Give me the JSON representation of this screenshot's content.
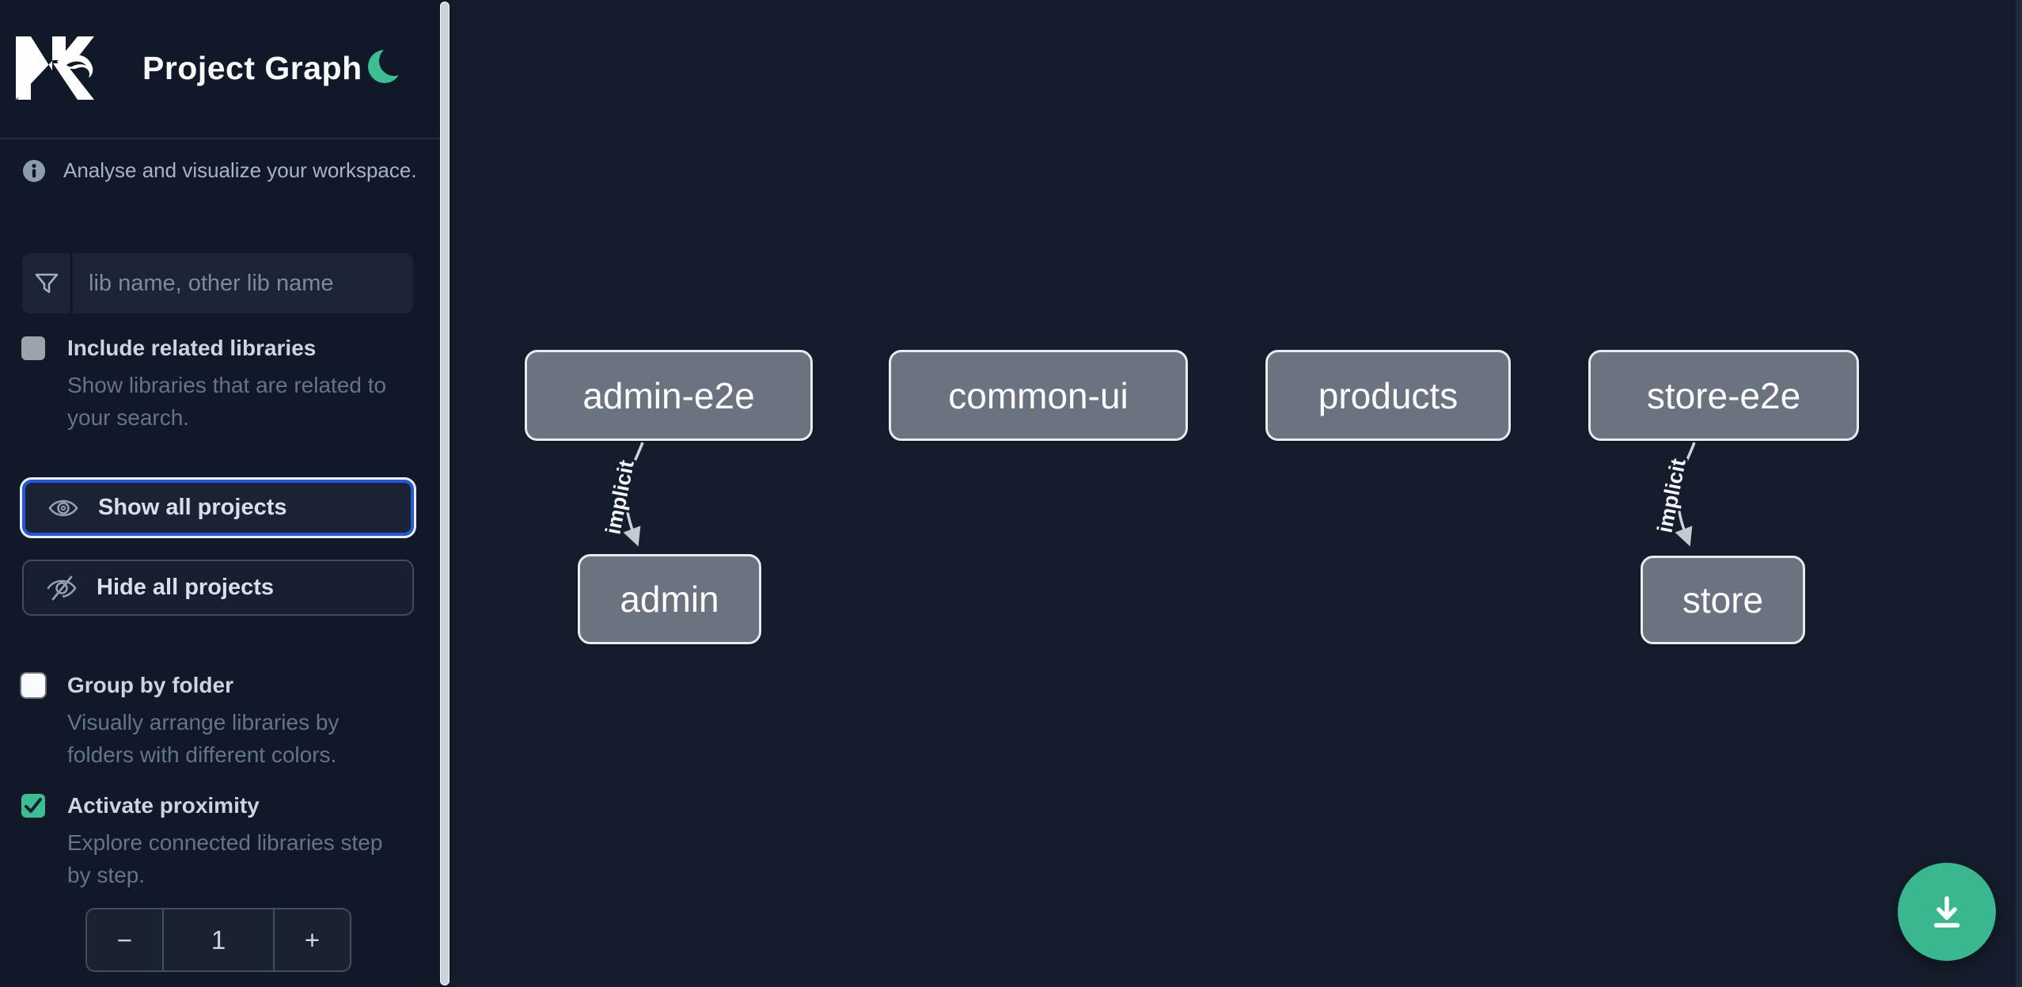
{
  "sidebar": {
    "logo_alt": "Nx",
    "title": "Project Graph",
    "info_text": "Analyse and visualize your workspace.",
    "filter": {
      "placeholder": "lib name, other lib name",
      "value": ""
    },
    "options": [
      {
        "label": "Include related libraries",
        "description": "Show libraries that are related to your search.",
        "checked": false
      },
      {
        "label": "Group by folder",
        "description": "Visually arrange libraries by folders with different colors.",
        "checked": false
      },
      {
        "label": "Activate proximity",
        "description": "Explore connected libraries step by step.",
        "checked": true
      }
    ],
    "buttons": {
      "show_all": "Show all projects",
      "hide_all": "Hide all projects"
    },
    "proximity_stepper": {
      "decrement": "−",
      "value": "1",
      "increment": "+"
    }
  },
  "graph": {
    "nodes": [
      {
        "label": "admin-e2e"
      },
      {
        "label": "common-ui"
      },
      {
        "label": "products"
      },
      {
        "label": "store-e2e"
      },
      {
        "label": "admin"
      },
      {
        "label": "store"
      }
    ],
    "edges": [
      {
        "from": "admin-e2e",
        "to": "admin",
        "label": "implicit"
      },
      {
        "from": "store-e2e",
        "to": "store",
        "label": "implicit"
      }
    ]
  },
  "colors": {
    "accent_green": "#3ebd93",
    "focus_blue": "#2458d6",
    "node_fill": "#6b7280",
    "node_border": "#e8ebef",
    "sidebar_bg": "#111827",
    "canvas_bg": "#151c2b"
  }
}
